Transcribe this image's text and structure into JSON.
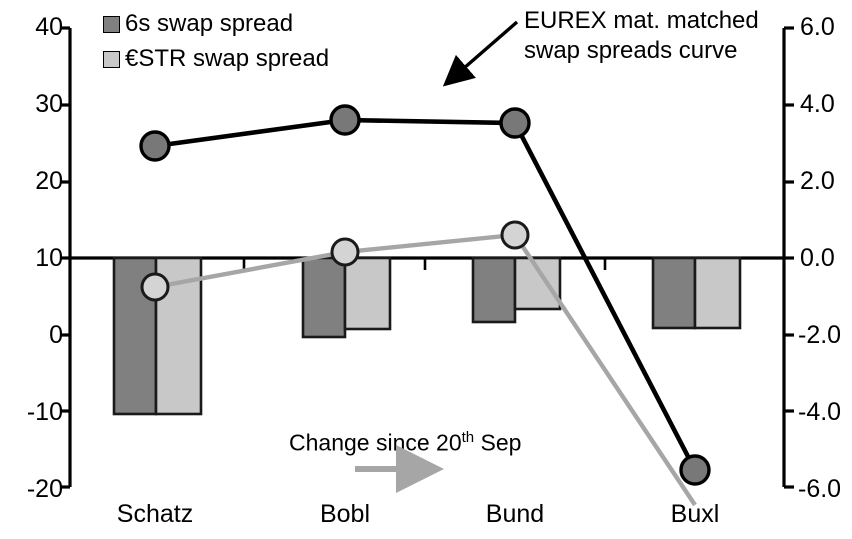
{
  "chart_data": {
    "type": "bar",
    "title": "",
    "categories": [
      "Schatz",
      "Bobl",
      "Bund",
      "Buxl"
    ],
    "series": [
      {
        "name": "6s swap spread",
        "axis": "right",
        "type": "bar",
        "color": "#808080",
        "values": [
          -4.05,
          -1.99,
          -1.6,
          -1.78
        ]
      },
      {
        "name": "€STR swap spread",
        "axis": "right",
        "type": "bar",
        "color": "#c0c0c0",
        "values": [
          -4.05,
          -1.81,
          -1.28,
          -1.78
        ]
      },
      {
        "name": "EUREX mat. matched swap spreads curve",
        "axis": "right",
        "type": "line",
        "color": "#595959",
        "values": [
          2.9,
          3.58,
          3.5,
          -5.5
        ]
      },
      {
        "name": "Change since 20th Sep",
        "axis": "right",
        "type": "line",
        "color": "#a6a6a6",
        "values": [
          -0.75,
          0.07,
          0.35,
          -6.4
        ]
      }
    ],
    "xlabel": "",
    "ylabel_left": "",
    "ylabel_right": "",
    "ylim_left": [
      -20,
      40
    ],
    "ylim_right": [
      -6.0,
      6.0
    ],
    "yticks_left": [
      "40",
      "30",
      "20",
      "10",
      "0",
      "-10",
      "-20"
    ],
    "yticks_right": [
      "6.0",
      "4.0",
      "2.0",
      "0.0",
      "-2.0",
      "-4.0",
      "-6.0"
    ],
    "grid": false,
    "legend_position": "top-left",
    "zero_line_value_left": 10,
    "zero_line_value_right": 0.0
  },
  "legend": {
    "items": [
      {
        "label": "6s swap spread",
        "color": "#808080"
      },
      {
        "label": "€STR swap spread",
        "color": "#c0c0c0"
      }
    ]
  },
  "annotations": {
    "curve_note_line1": "EUREX mat. matched",
    "curve_note_line2": "swap spreads curve",
    "change_note_prefix": "Change since 20",
    "change_note_sup": "th",
    "change_note_suffix": " Sep"
  },
  "axes": {
    "left_ticks": [
      "40",
      "30",
      "20",
      "10",
      "0",
      "-10",
      "-20"
    ],
    "right_ticks": [
      "6.0",
      "4.0",
      "2.0",
      "0.0",
      "-2.0",
      "-4.0",
      "-6.0"
    ],
    "x_categories": [
      "Schatz",
      "Bobl",
      "Bund",
      "Buxl"
    ]
  },
  "colors": {
    "bar_dark": "#808080",
    "bar_light": "#c0c0c0",
    "line_black": "#000000",
    "marker_dark": "#787878",
    "line_gray": "#a6a6a6",
    "marker_light": "#c8c8c8",
    "axis": "#000000"
  }
}
